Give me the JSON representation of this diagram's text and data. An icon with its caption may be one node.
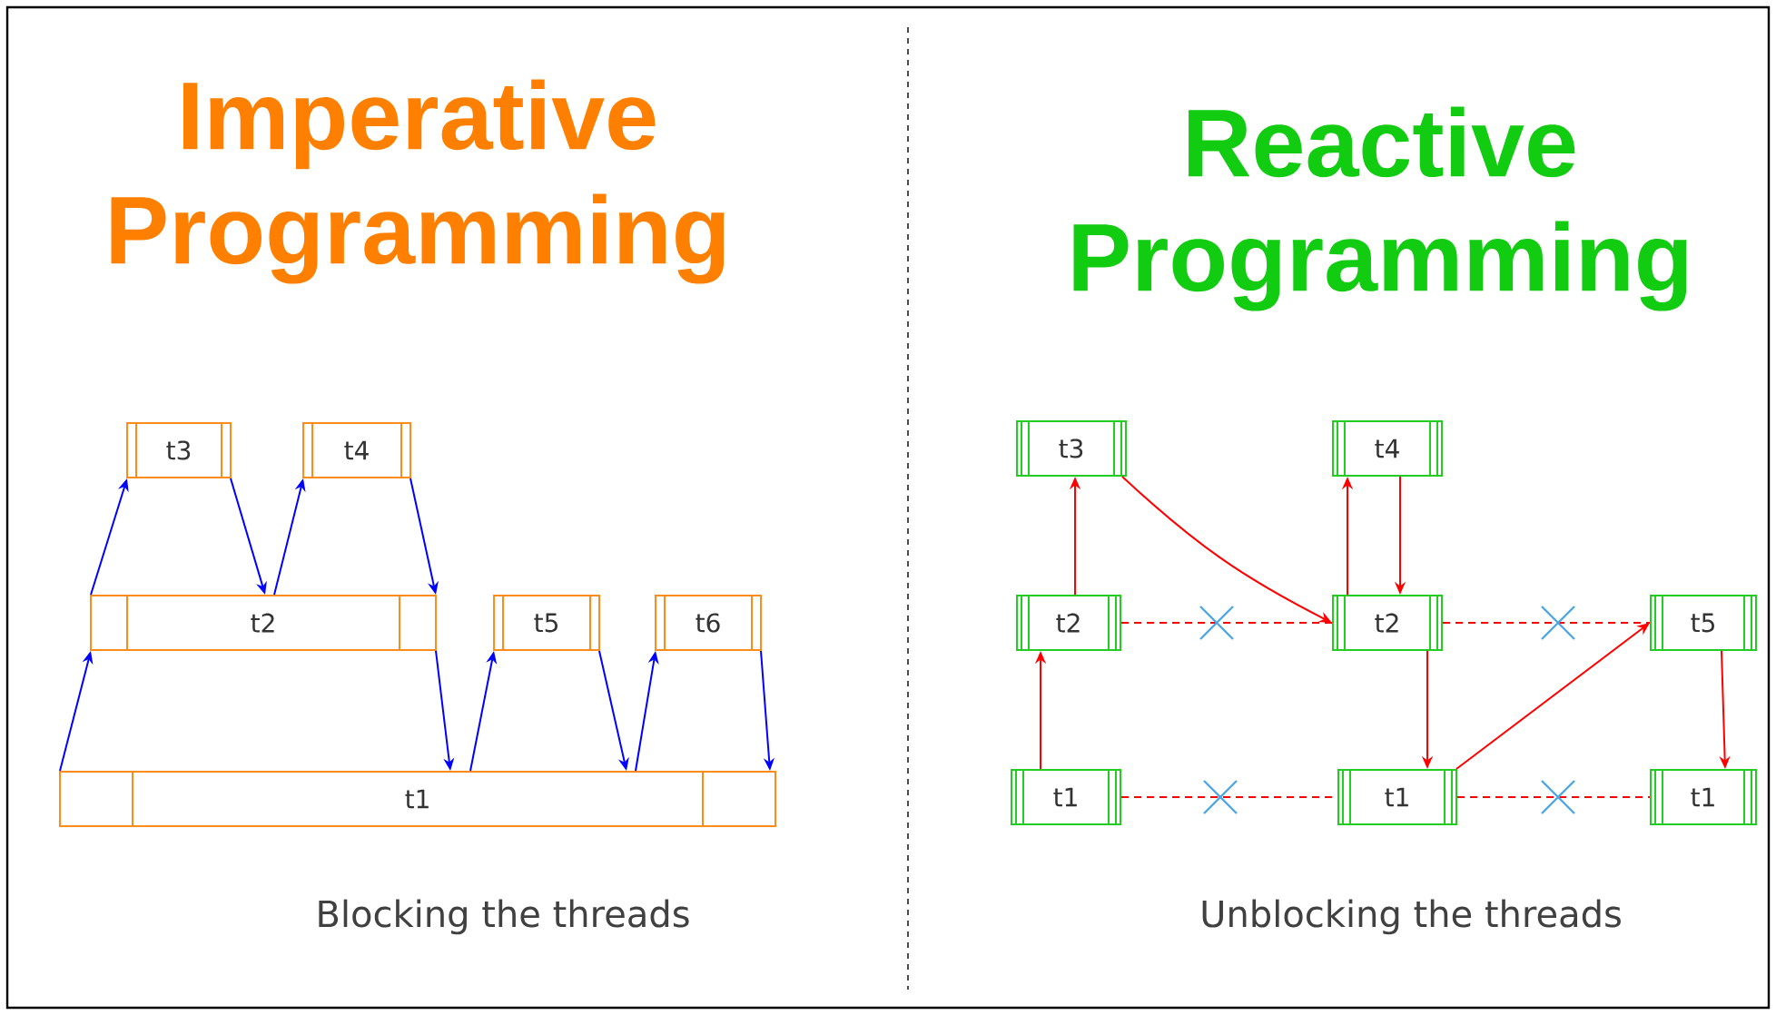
{
  "diagram": {
    "nodes": [
      {
        "text": [
          "t1"
        ]
      },
      {
        "text": [
          "t2"
        ]
      },
      {
        "text": [
          "t3"
        ]
      },
      {
        "text": [
          "t4"
        ]
      },
      {
        "text": [
          "t5"
        ]
      },
      {
        "text": [
          "t6"
        ]
      },
      {
        "text": [
          "t3"
        ]
      },
      {
        "text": [
          "t4"
        ]
      },
      {
        "text": [
          "t2"
        ]
      },
      {
        "text": [
          "t2"
        ]
      },
      {
        "text": [
          "t5"
        ]
      },
      {
        "text": [
          "t1"
        ]
      },
      {
        "text": [
          "t1"
        ]
      },
      {
        "text": [
          "t1"
        ]
      }
    ],
    "edges": [
      {
        "from": 0,
        "to": 1,
        "arrow": "to",
        "color": "#0000ff"
      },
      {
        "from": 1,
        "to": 2,
        "arrow": "to",
        "color": "#0000ff"
      },
      {
        "from": 2,
        "to": 1,
        "arrow": "to",
        "color": "#0000ff"
      },
      {
        "from": 1,
        "to": 3,
        "arrow": "to",
        "color": "#0000ff"
      },
      {
        "from": 3,
        "to": 1,
        "arrow": "to",
        "color": "#0000ff"
      },
      {
        "from": 1,
        "to": 0,
        "arrow": "to",
        "color": "#0000ff"
      },
      {
        "from": 0,
        "to": 4,
        "arrow": "to",
        "color": "#0000ff"
      },
      {
        "from": 4,
        "to": 0,
        "arrow": "to",
        "color": "#0000ff"
      },
      {
        "from": 0,
        "to": 5,
        "arrow": "to",
        "color": "#0000ff"
      },
      {
        "from": 5,
        "to": 0,
        "arrow": "to",
        "color": "#0000ff"
      },
      {
        "from": 11,
        "to": 8,
        "arrow": "to"
      },
      {
        "from": 8,
        "to": 6,
        "arrow": "to"
      },
      {
        "from": 6,
        "to": 9,
        "arrow": "to"
      },
      {
        "from": 9,
        "to": 7,
        "arrow": "to"
      },
      {
        "from": 7,
        "to": 9,
        "arrow": "to"
      },
      {
        "from": 9,
        "to": 12,
        "arrow": "to"
      },
      {
        "from": 12,
        "to": 10,
        "arrow": "to"
      },
      {
        "from": 10,
        "to": 13,
        "arrow": "to"
      },
      {
        "from": 8,
        "to": 9,
        "arrow": "none",
        "style": "dashed"
      },
      {
        "from": 9,
        "to": 10,
        "arrow": "none",
        "style": "dashed"
      },
      {
        "from": 11,
        "to": 12,
        "arrow": "none",
        "style": "dashed"
      },
      {
        "from": 12,
        "to": 13,
        "arrow": "none",
        "style": "dashed"
      }
    ],
    "labels": [
      "Imperative Programming",
      "Reactive Programming",
      "Blocking the threads",
      "Unblocking the threads"
    ]
  }
}
